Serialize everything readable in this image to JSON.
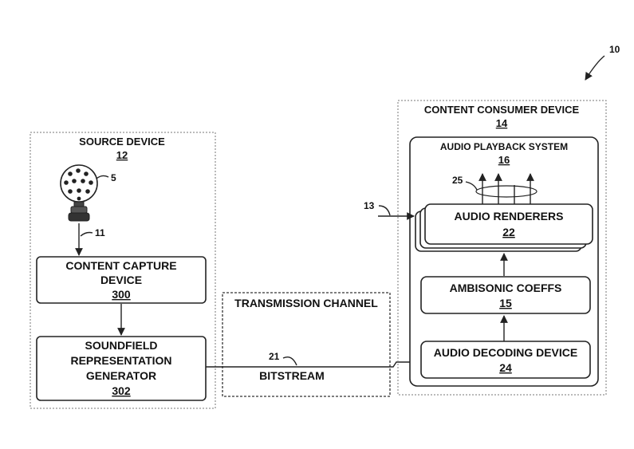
{
  "figure_ref": "10",
  "source_device": {
    "title": "SOURCE DEVICE",
    "ref": "12"
  },
  "microphone": {
    "ref": "5"
  },
  "signal_11": {
    "ref": "11"
  },
  "content_capture": {
    "line1": "CONTENT CAPTURE",
    "line2": "DEVICE",
    "ref": "300"
  },
  "soundfield_gen": {
    "line1": "SOUNDFIELD",
    "line2": "REPRESENTATION",
    "line3": "GENERATOR",
    "ref": "302"
  },
  "transmission": {
    "title": "TRANSMISSION CHANNEL",
    "bitstream_label": "BITSTREAM",
    "bitstream_ref": "21"
  },
  "consumer_device": {
    "title": "CONTENT CONSUMER DEVICE",
    "ref": "14"
  },
  "playback_system": {
    "title": "AUDIO PLAYBACK SYSTEM",
    "ref": "16"
  },
  "renderers": {
    "label": "AUDIO RENDERERS",
    "ref": "22"
  },
  "ambisonic": {
    "label": "AMBISONIC COEFFS",
    "ref": "15"
  },
  "decoding": {
    "label": "AUDIO DECODING DEVICE",
    "ref": "24"
  },
  "input_13": {
    "ref": "13"
  },
  "outputs_25": {
    "ref": "25"
  },
  "colors": {
    "line": "#222222",
    "dotted_border": "#777777"
  }
}
